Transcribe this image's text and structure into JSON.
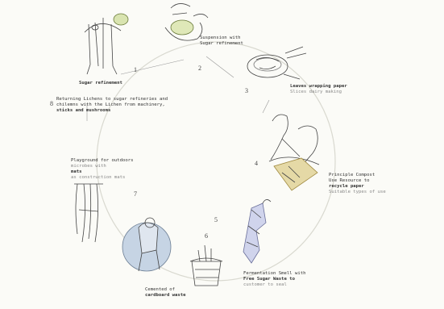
{
  "steps": [
    {
      "number": "1",
      "caption_title": "Sugar refinement",
      "caption_lines": []
    },
    {
      "number": "2",
      "caption_title": "",
      "caption_lines": [
        "Suspension with",
        "Sugar refinement"
      ]
    },
    {
      "number": "3",
      "caption_title": "Leaves wrapping paper",
      "caption_lines": [
        "Slices dairy making"
      ]
    },
    {
      "number": "4",
      "caption_title": "",
      "caption_lines": [
        "Principle Compost",
        "Use Resource to",
        "recycle paper",
        "Suitable types of use"
      ]
    },
    {
      "number": "5",
      "caption_title": "",
      "caption_lines": [
        "Fermentation Smell with",
        "Free Sugar Waste to",
        "customer to seal"
      ]
    },
    {
      "number": "6",
      "caption_title": "",
      "caption_lines": [
        "Cemented of",
        "cardboard waste"
      ]
    },
    {
      "number": "7",
      "caption_title": "",
      "caption_lines": [
        "Playground for outdoors",
        "microbes with",
        "mats",
        "as construction mats"
      ]
    },
    {
      "number": "8",
      "caption_title": "",
      "caption_lines": [
        "Returning Lichens to sugar refineries and",
        "chilemns with the Lichen from machinery,",
        "sticks and mushrooms"
      ]
    }
  ]
}
